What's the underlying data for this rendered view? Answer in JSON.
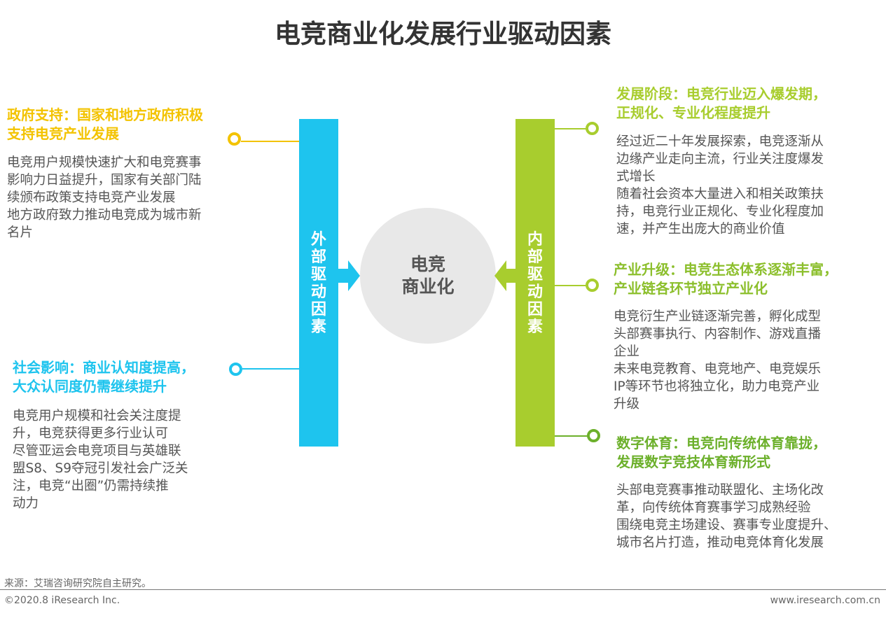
{
  "title": "电竞商业化发展行业驱动因素",
  "center": {
    "line1": "电竞",
    "line2": "商业化"
  },
  "colors": {
    "yellow": "#f3c300",
    "blue": "#1ec4ee",
    "green": "#a8cd2e",
    "dark_green": "#6cb02b"
  },
  "external": {
    "label": [
      "外",
      "部",
      "驱",
      "动",
      "因",
      "素"
    ],
    "items": [
      {
        "heading": [
          "政府支持：国家和地方政府积极",
          "支持电竞产业发展"
        ],
        "body": "电竞用户规模快速扩大和电竞赛事\n影响力日益提升，国家有关部门陆\n续颁布政策支持电竞产业发展\n地方政府致力推动电竞成为城市新\n名片"
      },
      {
        "heading": [
          "社会影响：商业认知度提高，",
          "大众认同度仍需继续提升"
        ],
        "body": "电竞用户规模和社会关注度提\n升，电竞获得更多行业认可\n尽管亚运会电竞项目与英雄联\n盟S8、S9夺冠引发社会广泛关\n注，电竞“出圈”仍需持续推\n动力"
      }
    ]
  },
  "internal": {
    "label": [
      "内",
      "部",
      "驱",
      "动",
      "因",
      "素"
    ],
    "items": [
      {
        "heading": [
          "发展阶段：电竞行业迈入爆发期，",
          "正规化、专业化程度提升"
        ],
        "body": "经过近二十年发展探索，电竞逐渐从\n边缘产业走向主流，行业关注度爆发\n式增长\n随着社会资本大量进入和相关政策扶\n持，电竞行业正规化、专业化程度加\n速，并产生出庞大的商业价值"
      },
      {
        "heading": [
          "产业升级：电竞生态体系逐渐丰富，",
          "产业链各环节独立产业化"
        ],
        "body": "电竞衍生产业链逐渐完善，孵化成型\n头部赛事执行、内容制作、游戏直播\n企业\n未来电竞教育、电竞地产、电竞娱乐\nIP等环节也将独立化，助力电竞产业\n升级"
      },
      {
        "heading": [
          "数字体育：电竞向传统体育靠拢，",
          "发展数字竞技体育新形式"
        ],
        "body": "头部电竞赛事推动联盟化、主场化改\n革，向传统体育赛事学习成熟经验\n围绕电竞主场建设、赛事专业度提升、\n城市名片打造，推动电竞体育化发展"
      }
    ]
  },
  "footer": {
    "source": "来源：艾瑞咨询研究院自主研究。",
    "copyright": "©2020.8 iResearch Inc.",
    "website": "www.iresearch.com.cn"
  }
}
